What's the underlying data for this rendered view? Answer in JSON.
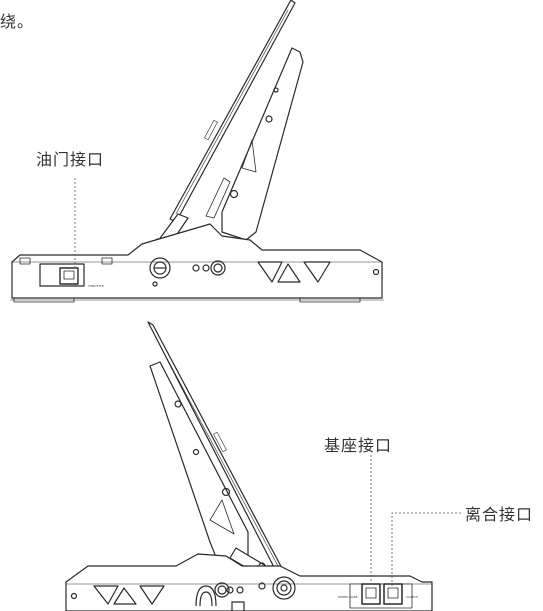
{
  "header_fragment": "绕。",
  "labels": {
    "throttle_port": "油门接口",
    "base_port": "基座接口",
    "clutch_port": "离合接口"
  },
  "markings": {
    "throttle": "THROTTLE",
    "wheel_base": "WHEEL BASE",
    "clutch": "CLUTCH"
  }
}
